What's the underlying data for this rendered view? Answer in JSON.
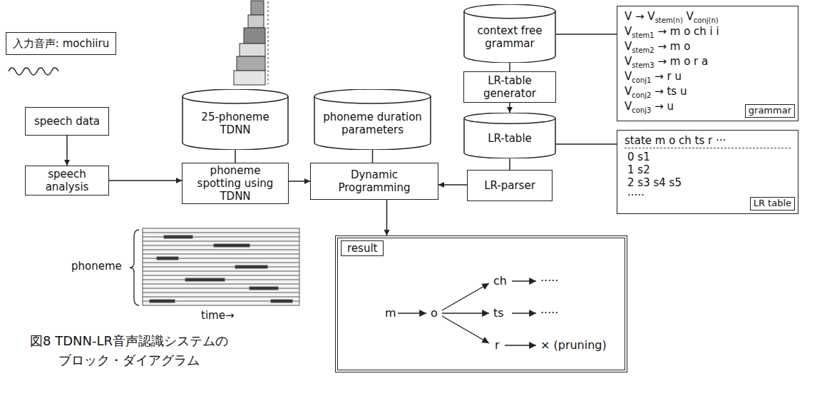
{
  "diagram": {
    "caption": "図8 TDNN-LR音声認識システムの ブロック・ダイアグラム",
    "nodes": [
      {
        "text": [
          "入力音声: mochiiru"
        ]
      },
      {
        "text": [
          "speech data"
        ]
      },
      {
        "text": [
          "speech analysis"
        ]
      },
      {
        "text": [
          "25-phoneme TDNN"
        ]
      },
      {
        "text": [
          "phoneme spotting using TDNN"
        ]
      },
      {
        "text": [
          "phoneme duration parameters"
        ]
      },
      {
        "text": [
          "Dynamic Programming"
        ]
      },
      {
        "text": [
          "context free grammar"
        ]
      },
      {
        "text": [
          "LR-table generator"
        ]
      },
      {
        "text": [
          "LR-table"
        ]
      },
      {
        "text": [
          "LR-parser"
        ]
      },
      {
        "text": [
          "V → Vstem(n) Vconj(n)",
          "Vstem1 → m o ch i i",
          "Vstem2 → m o",
          "Vstem3 → m o r a",
          "Vconj1 → r u",
          "Vconj2 → ts u",
          "Vconj3 → u"
        ]
      },
      {
        "text": [
          "grammar"
        ],
        "in": 11
      },
      {
        "text": [
          "state m o ch ts r ···",
          "0 s1",
          "1 s2",
          "2 s3 s4 s5",
          "·····"
        ]
      },
      {
        "text": [
          "LR table"
        ],
        "in": 13
      },
      {
        "text": [
          "result"
        ]
      }
    ],
    "edges": [
      {
        "from": 1,
        "to": 2,
        "arrow": "to"
      },
      {
        "from": 2,
        "to": 4,
        "arrow": "to"
      },
      {
        "from": 3,
        "to": 4,
        "arrow": "none"
      },
      {
        "from": 4,
        "to": 6,
        "arrow": "to"
      },
      {
        "from": 5,
        "to": 6,
        "arrow": "none"
      },
      {
        "from": 7,
        "to": 8,
        "arrow": "none"
      },
      {
        "from": 8,
        "to": 9,
        "arrow": "to"
      },
      {
        "from": 9,
        "to": 10,
        "arrow": "none"
      },
      {
        "from": 10,
        "to": 6,
        "arrow": "to"
      },
      {
        "from": 7,
        "to": 11,
        "arrow": "none"
      },
      {
        "from": 9,
        "to": 13,
        "arrow": "none"
      },
      {
        "from": 6,
        "to": 15,
        "arrow": "to"
      }
    ],
    "labels": [
      "phoneme",
      "time→",
      "m",
      "o",
      "ch",
      "·····",
      "ts",
      "·····",
      "r",
      "× (pruning)"
    ]
  }
}
